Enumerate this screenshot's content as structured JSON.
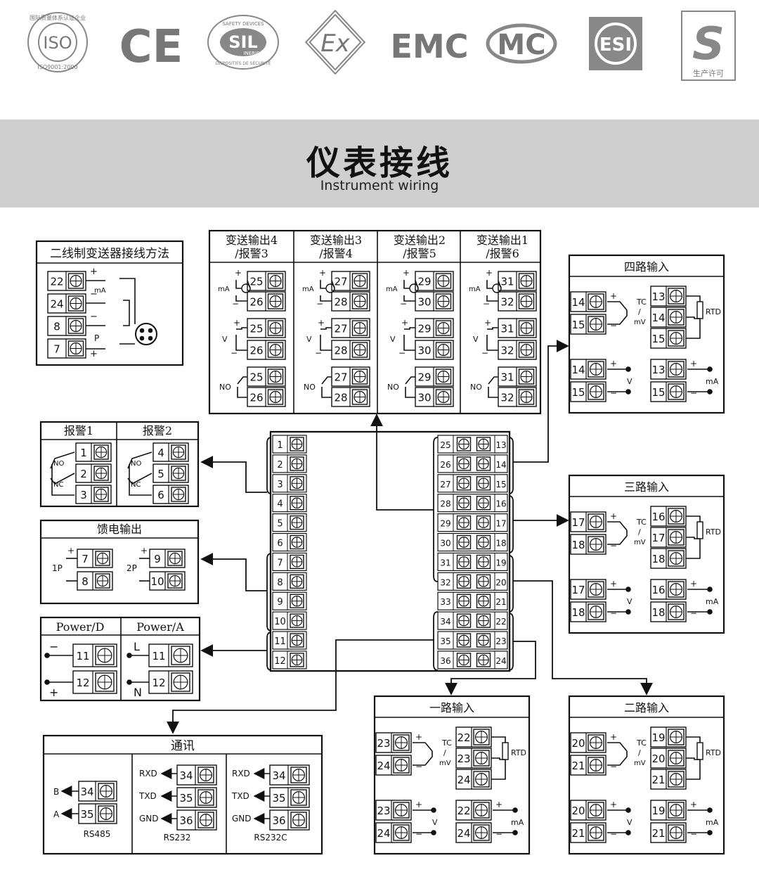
{
  "logos": [
    {
      "id": "iso",
      "label": "ISO",
      "ring_text": "国际质量体系认证企业",
      "sub_text": "ISO9001:2000"
    },
    {
      "id": "ce",
      "label": "CE"
    },
    {
      "id": "sil",
      "label": "SIL",
      "top_text": "SAFETY DEVICES",
      "mid_text": "INERIS",
      "bottom_text": "DISPOSITIFS DE SÉCURITÉ"
    },
    {
      "id": "ex",
      "label": "Ex"
    },
    {
      "id": "emc",
      "label": "EMC"
    },
    {
      "id": "mc",
      "label": "MC"
    },
    {
      "id": "esi",
      "label": "ESI"
    },
    {
      "id": "qs",
      "label": "S",
      "sub_text": "生产许可"
    }
  ],
  "banner": {
    "title": "仪表接线",
    "subtitle": "Instrument wiring"
  },
  "two_wire": {
    "title": "二线制变送器接线方法",
    "terminals": [
      "22",
      "24",
      "8",
      "7"
    ],
    "ma_label": "mA",
    "p_label": "P",
    "plus": "+",
    "minus": "−"
  },
  "transmit": {
    "columns": [
      {
        "title1": "变送输出4",
        "title2": "/报警3",
        "a": "25",
        "b": "26"
      },
      {
        "title1": "变送输出3",
        "title2": "/报警4",
        "a": "27",
        "b": "28"
      },
      {
        "title1": "变送输出2",
        "title2": "/报警5",
        "a": "29",
        "b": "30"
      },
      {
        "title1": "变送输出1",
        "title2": "/报警6",
        "a": "31",
        "b": "32"
      }
    ],
    "ma": "mA",
    "v": "V",
    "no": "NO",
    "plus": "+",
    "minus": "−"
  },
  "alarm": {
    "title1": "报警1",
    "title2": "报警2",
    "no": "NO",
    "nc": "NC",
    "left_terms": [
      "1",
      "2",
      "3"
    ],
    "right_terms": [
      "4",
      "5",
      "6"
    ]
  },
  "feed": {
    "title": "馈电输出",
    "p1": "1P",
    "p2": "2P",
    "t1": [
      "7",
      "8"
    ],
    "t2": [
      "9",
      "10"
    ],
    "plus": "+",
    "minus": "−"
  },
  "power": {
    "title_d": "Power/D",
    "title_a": "Power/A",
    "d_terms": [
      "11",
      "12"
    ],
    "a_terms": [
      "11",
      "12"
    ],
    "minus": "−",
    "plus": "+",
    "l": "L",
    "n": "N"
  },
  "comm": {
    "title": "通讯",
    "rs485": {
      "name": "RS485",
      "labels": [
        "B",
        "A"
      ],
      "terms": [
        "34",
        "35"
      ]
    },
    "rs232": {
      "name": "RS232",
      "labels": [
        "RXD",
        "TXD",
        "GND"
      ],
      "terms": [
        "34",
        "35",
        "36"
      ]
    },
    "rs232c": {
      "name": "RS232C",
      "labels": [
        "RXD",
        "TXD",
        "GND"
      ],
      "terms": [
        "34",
        "35",
        "36"
      ]
    }
  },
  "inputs": [
    {
      "title": "四路输入",
      "tc_plus": "14",
      "tc_minus": "15",
      "rtd": [
        "13",
        "14",
        "15"
      ],
      "v": [
        "14",
        "15"
      ],
      "ma": [
        "13",
        "15"
      ]
    },
    {
      "title": "三路输入",
      "tc_plus": "17",
      "tc_minus": "18",
      "rtd": [
        "16",
        "17",
        "18"
      ],
      "v": [
        "17",
        "18"
      ],
      "ma": [
        "16",
        "18"
      ]
    },
    {
      "title": "一路输入",
      "tc_plus": "23",
      "tc_minus": "24",
      "rtd": [
        "22",
        "23",
        "24"
      ],
      "v": [
        "23",
        "24"
      ],
      "ma": [
        "22",
        "24"
      ]
    },
    {
      "title": "二路输入",
      "tc_plus": "20",
      "tc_minus": "21",
      "rtd": [
        "19",
        "20",
        "21"
      ],
      "v": [
        "20",
        "21"
      ],
      "ma": [
        "19",
        "21"
      ]
    }
  ],
  "input_labels": {
    "tc": "TC",
    "slash": "/",
    "mv": "mV",
    "rtd": "RTD",
    "v": "V",
    "ma": "mA",
    "plus": "+",
    "minus": "−"
  },
  "main_block": {
    "left_terms": [
      "1",
      "2",
      "3",
      "4",
      "5",
      "6",
      "7",
      "8",
      "9",
      "10",
      "11",
      "12"
    ],
    "right_inner": [
      "25",
      "26",
      "27",
      "28",
      "29",
      "30",
      "31",
      "32",
      "33",
      "34",
      "35",
      "36"
    ],
    "right_outer": [
      "13",
      "14",
      "15",
      "16",
      "17",
      "18",
      "19",
      "20",
      "21",
      "22",
      "23",
      "24"
    ]
  }
}
